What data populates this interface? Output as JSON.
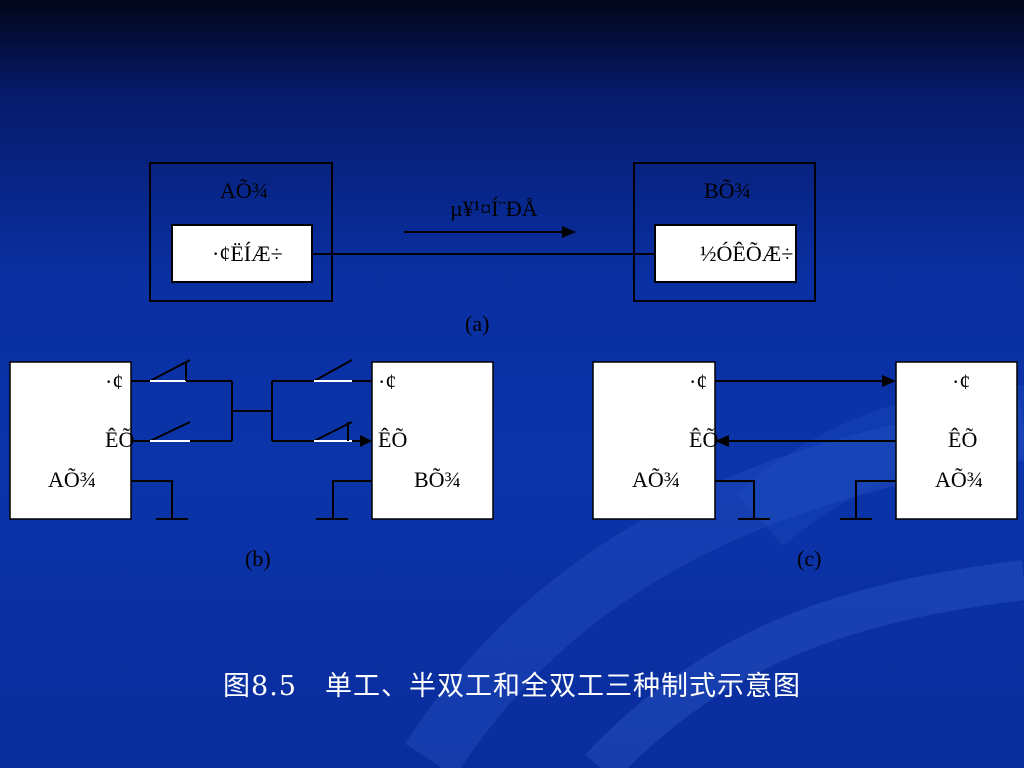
{
  "panel_a": {
    "station_a": "AÕ¾",
    "station_b": "BÕ¾",
    "sender": "·¢ËÍÆ÷",
    "receiver": "½ÓÊÕÆ÷",
    "direction_label": "µ¥¹¤Í¨ÐÅ",
    "caption": "(a)"
  },
  "panel_b": {
    "send_left": "·¢",
    "recv_left": "ÊÕ",
    "station_left": "AÕ¾",
    "send_right": "·¢",
    "recv_right": "ÊÕ",
    "station_right": "BÕ¾",
    "caption": "(b)"
  },
  "panel_c": {
    "send_left": "·¢",
    "recv_left": "ÊÕ",
    "station_left": "AÕ¾",
    "send_right": "·¢",
    "recv_right": "ÊÕ",
    "station_right": "AÕ¾",
    "caption": "(c)"
  },
  "figure_title": "图8.5　单工、半双工和全双工三种制式示意图",
  "colors": {
    "background": "#0b34aa",
    "box_fill": "#ffffff",
    "line": "#000000",
    "title_text": "#ffffff"
  }
}
